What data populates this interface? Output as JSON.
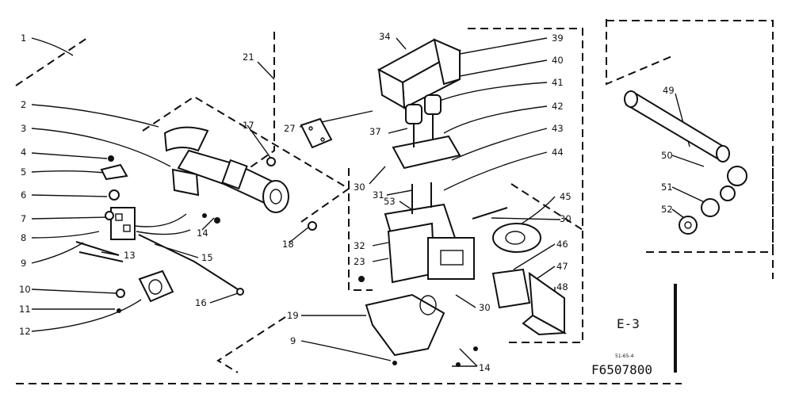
{
  "diagram": {
    "section_label": "E-3",
    "drawing_number": "F6507800",
    "small_code": "51-65-4",
    "callouts": [
      {
        "id": "c1",
        "text": "1"
      },
      {
        "id": "c2",
        "text": "2"
      },
      {
        "id": "c3",
        "text": "3"
      },
      {
        "id": "c4",
        "text": "4"
      },
      {
        "id": "c5",
        "text": "5"
      },
      {
        "id": "c6",
        "text": "6"
      },
      {
        "id": "c7",
        "text": "7"
      },
      {
        "id": "c8",
        "text": "8"
      },
      {
        "id": "c9a",
        "text": "9"
      },
      {
        "id": "c10",
        "text": "10"
      },
      {
        "id": "c11",
        "text": "11"
      },
      {
        "id": "c12",
        "text": "12"
      },
      {
        "id": "c13",
        "text": "13"
      },
      {
        "id": "c14a",
        "text": "14"
      },
      {
        "id": "c15",
        "text": "15"
      },
      {
        "id": "c16",
        "text": "16"
      },
      {
        "id": "c17",
        "text": "17"
      },
      {
        "id": "c18",
        "text": "18"
      },
      {
        "id": "c19",
        "text": "19"
      },
      {
        "id": "c9b",
        "text": "9"
      },
      {
        "id": "c14b",
        "text": "14"
      },
      {
        "id": "c21",
        "text": "21"
      },
      {
        "id": "c27",
        "text": "27"
      },
      {
        "id": "c34",
        "text": "34"
      },
      {
        "id": "c37",
        "text": "37"
      },
      {
        "id": "c39",
        "text": "39"
      },
      {
        "id": "c40",
        "text": "40"
      },
      {
        "id": "c41",
        "text": "41"
      },
      {
        "id": "c42",
        "text": "42"
      },
      {
        "id": "c43",
        "text": "43"
      },
      {
        "id": "c44",
        "text": "44"
      },
      {
        "id": "c30a",
        "text": "30"
      },
      {
        "id": "c31",
        "text": "31"
      },
      {
        "id": "c53",
        "text": "53"
      },
      {
        "id": "c45",
        "text": "45"
      },
      {
        "id": "c30b",
        "text": "30"
      },
      {
        "id": "c32",
        "text": "32"
      },
      {
        "id": "c23",
        "text": "23"
      },
      {
        "id": "c46",
        "text": "46"
      },
      {
        "id": "c47",
        "text": "47"
      },
      {
        "id": "c48",
        "text": "48"
      },
      {
        "id": "c30c",
        "text": "30"
      },
      {
        "id": "c49",
        "text": "49"
      },
      {
        "id": "c50",
        "text": "50"
      },
      {
        "id": "c51",
        "text": "51"
      },
      {
        "id": "c52",
        "text": "52"
      }
    ]
  }
}
